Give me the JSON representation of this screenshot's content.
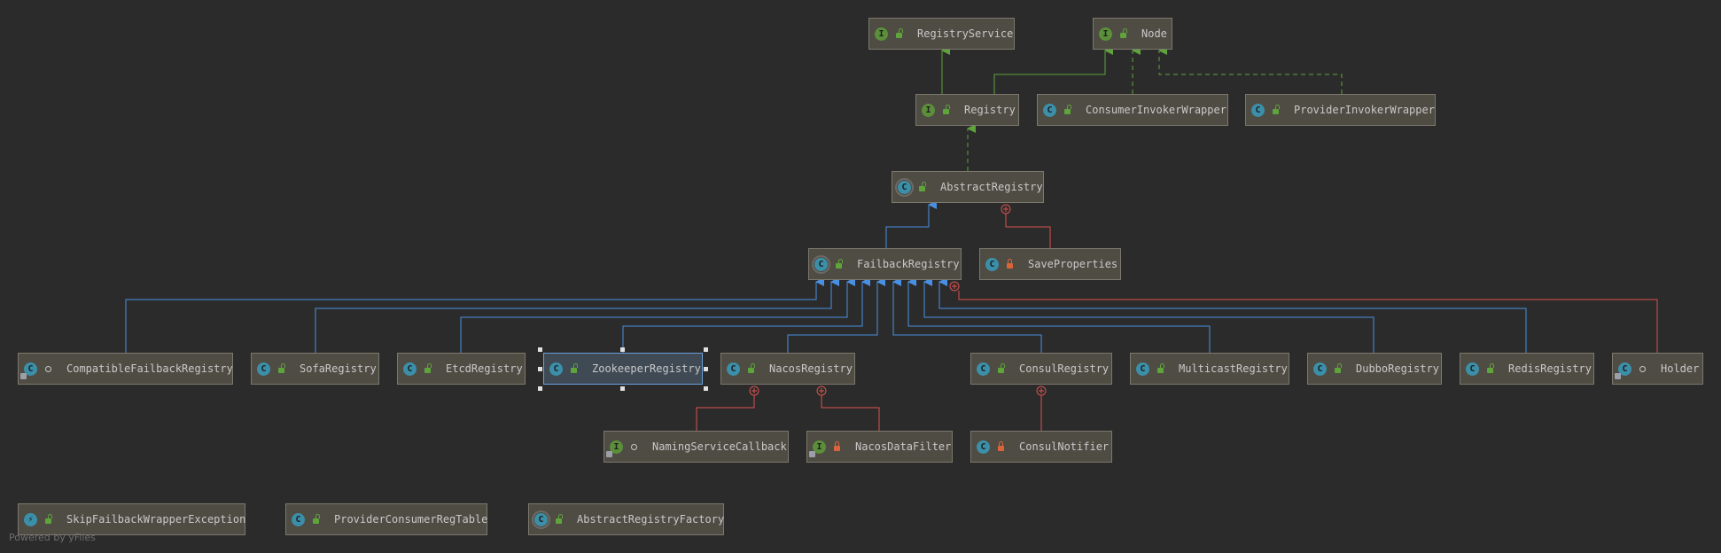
{
  "diagram": {
    "nodes": {
      "registry_service": {
        "name": "RegistryService",
        "kind": "interface",
        "access": "open"
      },
      "node": {
        "name": "Node",
        "kind": "interface",
        "access": "open"
      },
      "registry": {
        "name": "Registry",
        "kind": "interface",
        "access": "open"
      },
      "consumer_invoker_wrapper": {
        "name": "ConsumerInvokerWrapper",
        "kind": "class",
        "access": "open"
      },
      "provider_invoker_wrapper": {
        "name": "ProviderInvokerWrapper",
        "kind": "class",
        "access": "open"
      },
      "abstract_registry": {
        "name": "AbstractRegistry",
        "kind": "abstract",
        "access": "open"
      },
      "failback_registry": {
        "name": "FailbackRegistry",
        "kind": "abstract",
        "access": "open"
      },
      "save_properties": {
        "name": "SaveProperties",
        "kind": "class",
        "access": "private"
      },
      "compatible_failback_registry": {
        "name": "CompatibleFailbackRegistry",
        "kind": "class",
        "access": "package"
      },
      "sofa_registry": {
        "name": "SofaRegistry",
        "kind": "class",
        "access": "open"
      },
      "etcd_registry": {
        "name": "EtcdRegistry",
        "kind": "class",
        "access": "open"
      },
      "zookeeper_registry": {
        "name": "ZookeeperRegistry",
        "kind": "class",
        "access": "open"
      },
      "nacos_registry": {
        "name": "NacosRegistry",
        "kind": "class",
        "access": "open"
      },
      "consul_registry": {
        "name": "ConsulRegistry",
        "kind": "class",
        "access": "open"
      },
      "multicast_registry": {
        "name": "MulticastRegistry",
        "kind": "class",
        "access": "open"
      },
      "dubbo_registry": {
        "name": "DubboRegistry",
        "kind": "class",
        "access": "open"
      },
      "redis_registry": {
        "name": "RedisRegistry",
        "kind": "class",
        "access": "open"
      },
      "holder": {
        "name": "Holder",
        "kind": "class",
        "access": "package"
      },
      "naming_service_callback": {
        "name": "NamingServiceCallback",
        "kind": "interface",
        "access": "package"
      },
      "nacos_data_filter": {
        "name": "NacosDataFilter",
        "kind": "interface",
        "access": "private"
      },
      "consul_notifier": {
        "name": "ConsulNotifier",
        "kind": "class",
        "access": "private"
      },
      "skip_failback_wrapper_exception": {
        "name": "SkipFailbackWrapperException",
        "kind": "exception",
        "access": "open"
      },
      "provider_consumer_reg_table": {
        "name": "ProviderConsumerRegTable",
        "kind": "class",
        "access": "open"
      },
      "abstract_registry_factory": {
        "name": "AbstractRegistryFactory",
        "kind": "abstract",
        "access": "open"
      }
    },
    "footer": "Powered by yFiles"
  }
}
